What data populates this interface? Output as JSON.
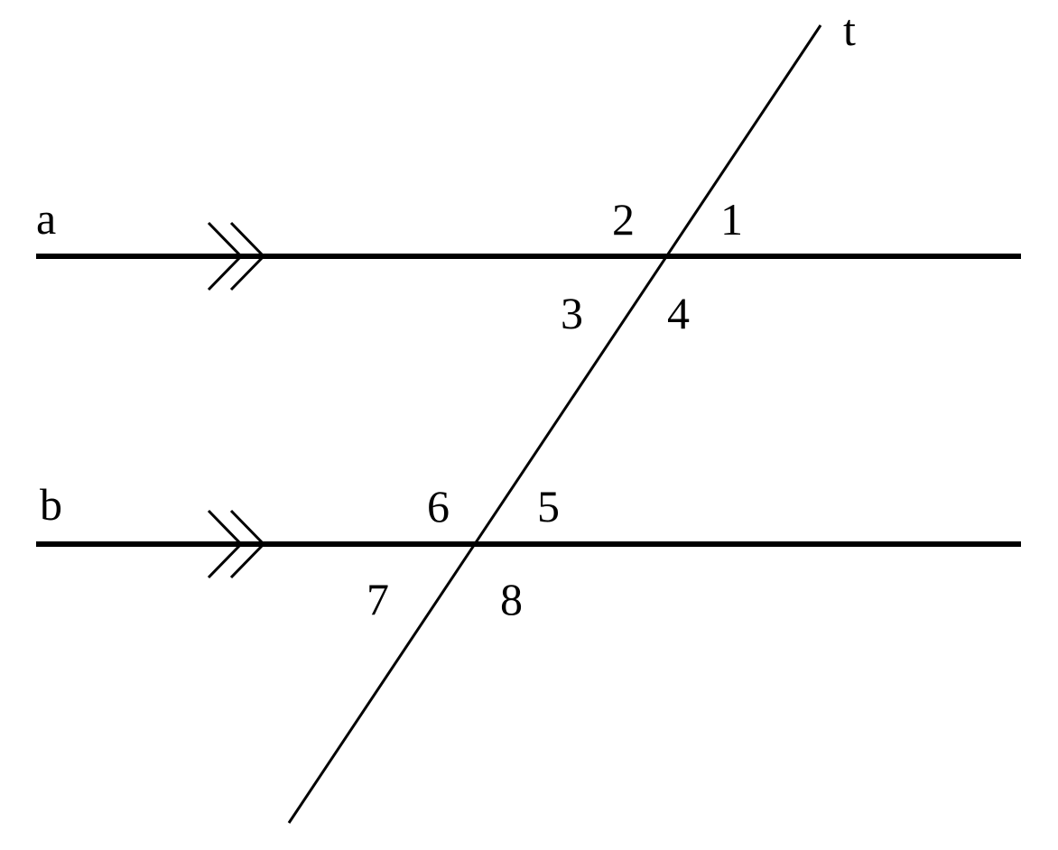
{
  "diagram": {
    "title": "Parallel lines cut by a transversal",
    "line_labels": {
      "a": "a",
      "b": "b",
      "t": "t"
    },
    "angle_labels": [
      "1",
      "2",
      "3",
      "4",
      "5",
      "6",
      "7",
      "8"
    ],
    "colors": {
      "stroke": "#000000",
      "background": "#ffffff"
    }
  }
}
